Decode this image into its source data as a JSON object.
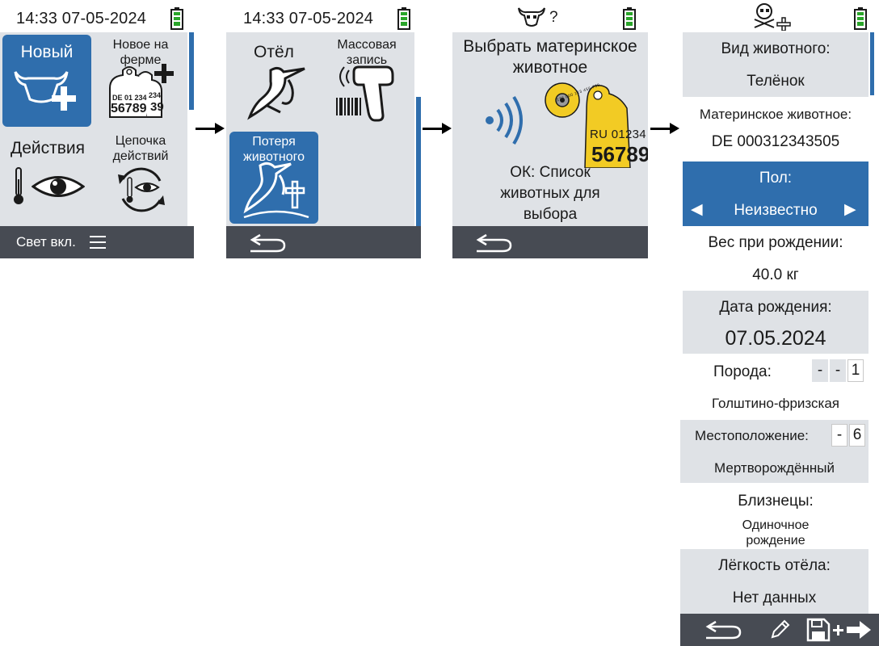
{
  "screen1": {
    "status": {
      "datetime": "14:33 07-05-2024"
    },
    "tiles": {
      "new": "Новый",
      "new_on_farm": "Новое на ферме",
      "actions": "Действия",
      "action_chain": "Цепочка действий"
    },
    "tag_line1": "DE 01 234",
    "tag_line2": "56789",
    "tag_back_line1": "234",
    "tag_back_line2": "39",
    "bottom": {
      "light": "Свет вкл."
    }
  },
  "screen2": {
    "status": {
      "datetime": "14:33 07-05-2024"
    },
    "tiles": {
      "calving": "Отёл",
      "mass_entry": "Массовая запись",
      "animal_loss": "Потеря животного"
    }
  },
  "screen3": {
    "title": "Выбрать материнское животное",
    "status_symbol": "?",
    "tag_small": "276 000 123 456 789",
    "tag_line1": "RU 01234",
    "tag_line2": "56789",
    "hint": "ОК: Список животных для выбора"
  },
  "screen4": {
    "animal_type_label": "Вид животного:",
    "animal_type_value": "Телёнок",
    "mother_label": "Материнское животное:",
    "mother_value": "DE 000312343505",
    "sex_label": "Пол:",
    "sex_value": "Неизвестно",
    "sex_prev": "◀",
    "sex_next": "▶",
    "birth_weight_label": "Вес при рождении:",
    "birth_weight_value": "40.0 кг",
    "birth_date_label": "Дата рождения:",
    "birth_date_value": "07.05.2024",
    "breed_label": "Порода:",
    "breed_codes": [
      "-",
      "-",
      "1"
    ],
    "breed_value": "Голштино-фризская",
    "location_label": "Местоположение:",
    "location_codes": [
      "-",
      "6"
    ],
    "location_value": "Мертворождённый",
    "twins_label": "Близнецы:",
    "twins_value": "Одиночное рождение",
    "ease_label": "Лёгкость отёла:",
    "ease_value": "Нет данных"
  },
  "colors": {
    "accent_blue": "#2f6ead",
    "panel_gray": "#dfe2e6",
    "bar_dark": "#474b53",
    "battery_green": "#2aa52a",
    "tag_yellow": "#f2cb24"
  },
  "icons": [
    "battery-icon",
    "cow-plus-icon",
    "ear-tag-icon",
    "thermometer-icon",
    "eye-icon",
    "cycle-arrows-icon",
    "stork-icon",
    "barcode-scanner-icon",
    "stork-cross-icon",
    "back-arrow-icon",
    "cow-head-icon",
    "rfid-wave-icon",
    "skull-plus-icon",
    "pencil-icon",
    "save-plus-next-icon",
    "menu-icon",
    "flow-arrow-icon"
  ]
}
